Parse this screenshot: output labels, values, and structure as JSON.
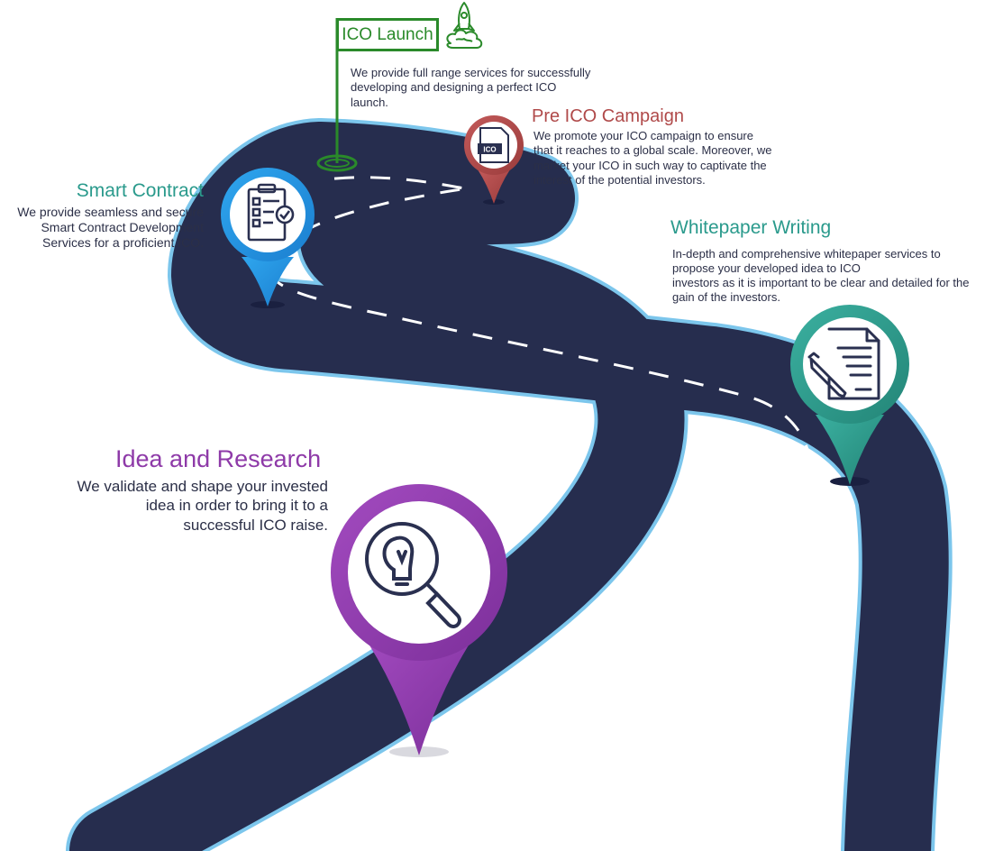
{
  "milestones": {
    "idea": {
      "title": "Idea and Research",
      "lines": [
        "We validate and shape your invested",
        "idea in order to bring it to a",
        "successful ICO raise."
      ],
      "color": "#8e3aa8",
      "icon": "lightbulb-magnifier-icon"
    },
    "smart_contract": {
      "title": "Smart Contract",
      "lines": [
        "We provide seamless and secure",
        "Smart Contract Development",
        "Services for a proficient ICO."
      ],
      "color": "#2196e0",
      "icon": "checklist-clipboard-icon"
    },
    "whitepaper": {
      "title": "Whitepaper Writing",
      "lines": [
        "In-depth and comprehensive whitepaper services to",
        "propose your developed idea to ICO",
        "investors as it is important to be clear and detailed for the",
        "gain of the investors."
      ],
      "color": "#2a9a8c",
      "icon": "document-pen-icon"
    },
    "pre_ico": {
      "title": "Pre ICO Campaign",
      "lines": [
        "We promote your ICO campaign to ensure",
        "that it reaches to a global scale. Moreover, we",
        "market your ICO in such way to captivate the",
        "interest of the potential investors."
      ],
      "color": "#b04a4a",
      "icon": "ico-file-icon",
      "icon_label": "ICO"
    },
    "launch": {
      "title": "ICO Launch",
      "lines": [
        "We provide full range services for successfully",
        "developing and designing a perfect ICO",
        "launch."
      ],
      "color": "#2a8a2a",
      "icon": "rocket-icon"
    }
  },
  "road": {
    "color": "#262d4e",
    "edge_color": "#7cc6ec",
    "dash_color": "#ffffff"
  }
}
